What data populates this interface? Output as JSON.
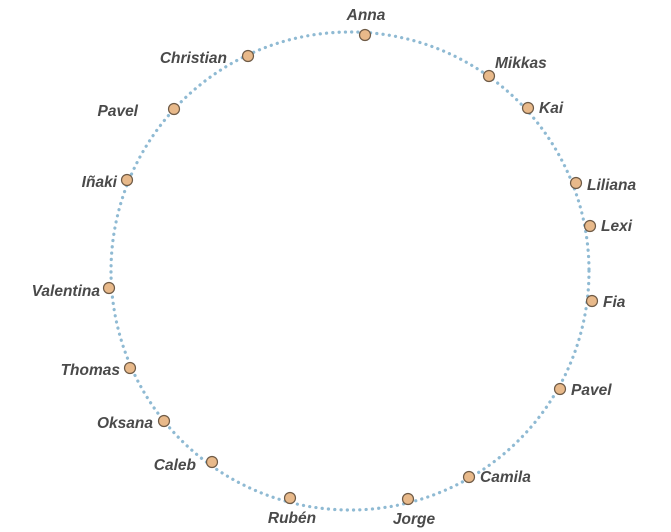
{
  "diagram": {
    "colors": {
      "ring": "#8fbad3",
      "node_fill": "#e8b98a",
      "node_stroke": "#6e5a46",
      "label": "#4a4a4a"
    },
    "names": [
      "Anna",
      "Mikkas",
      "Kai",
      "Liliana",
      "Lexi",
      "Fia",
      "Pavel",
      "Camila",
      "Jorge",
      "Rubén",
      "Caleb",
      "Oksana",
      "Thomas",
      "Valentina",
      "Iñaki",
      "Pavel",
      "Christian"
    ]
  }
}
